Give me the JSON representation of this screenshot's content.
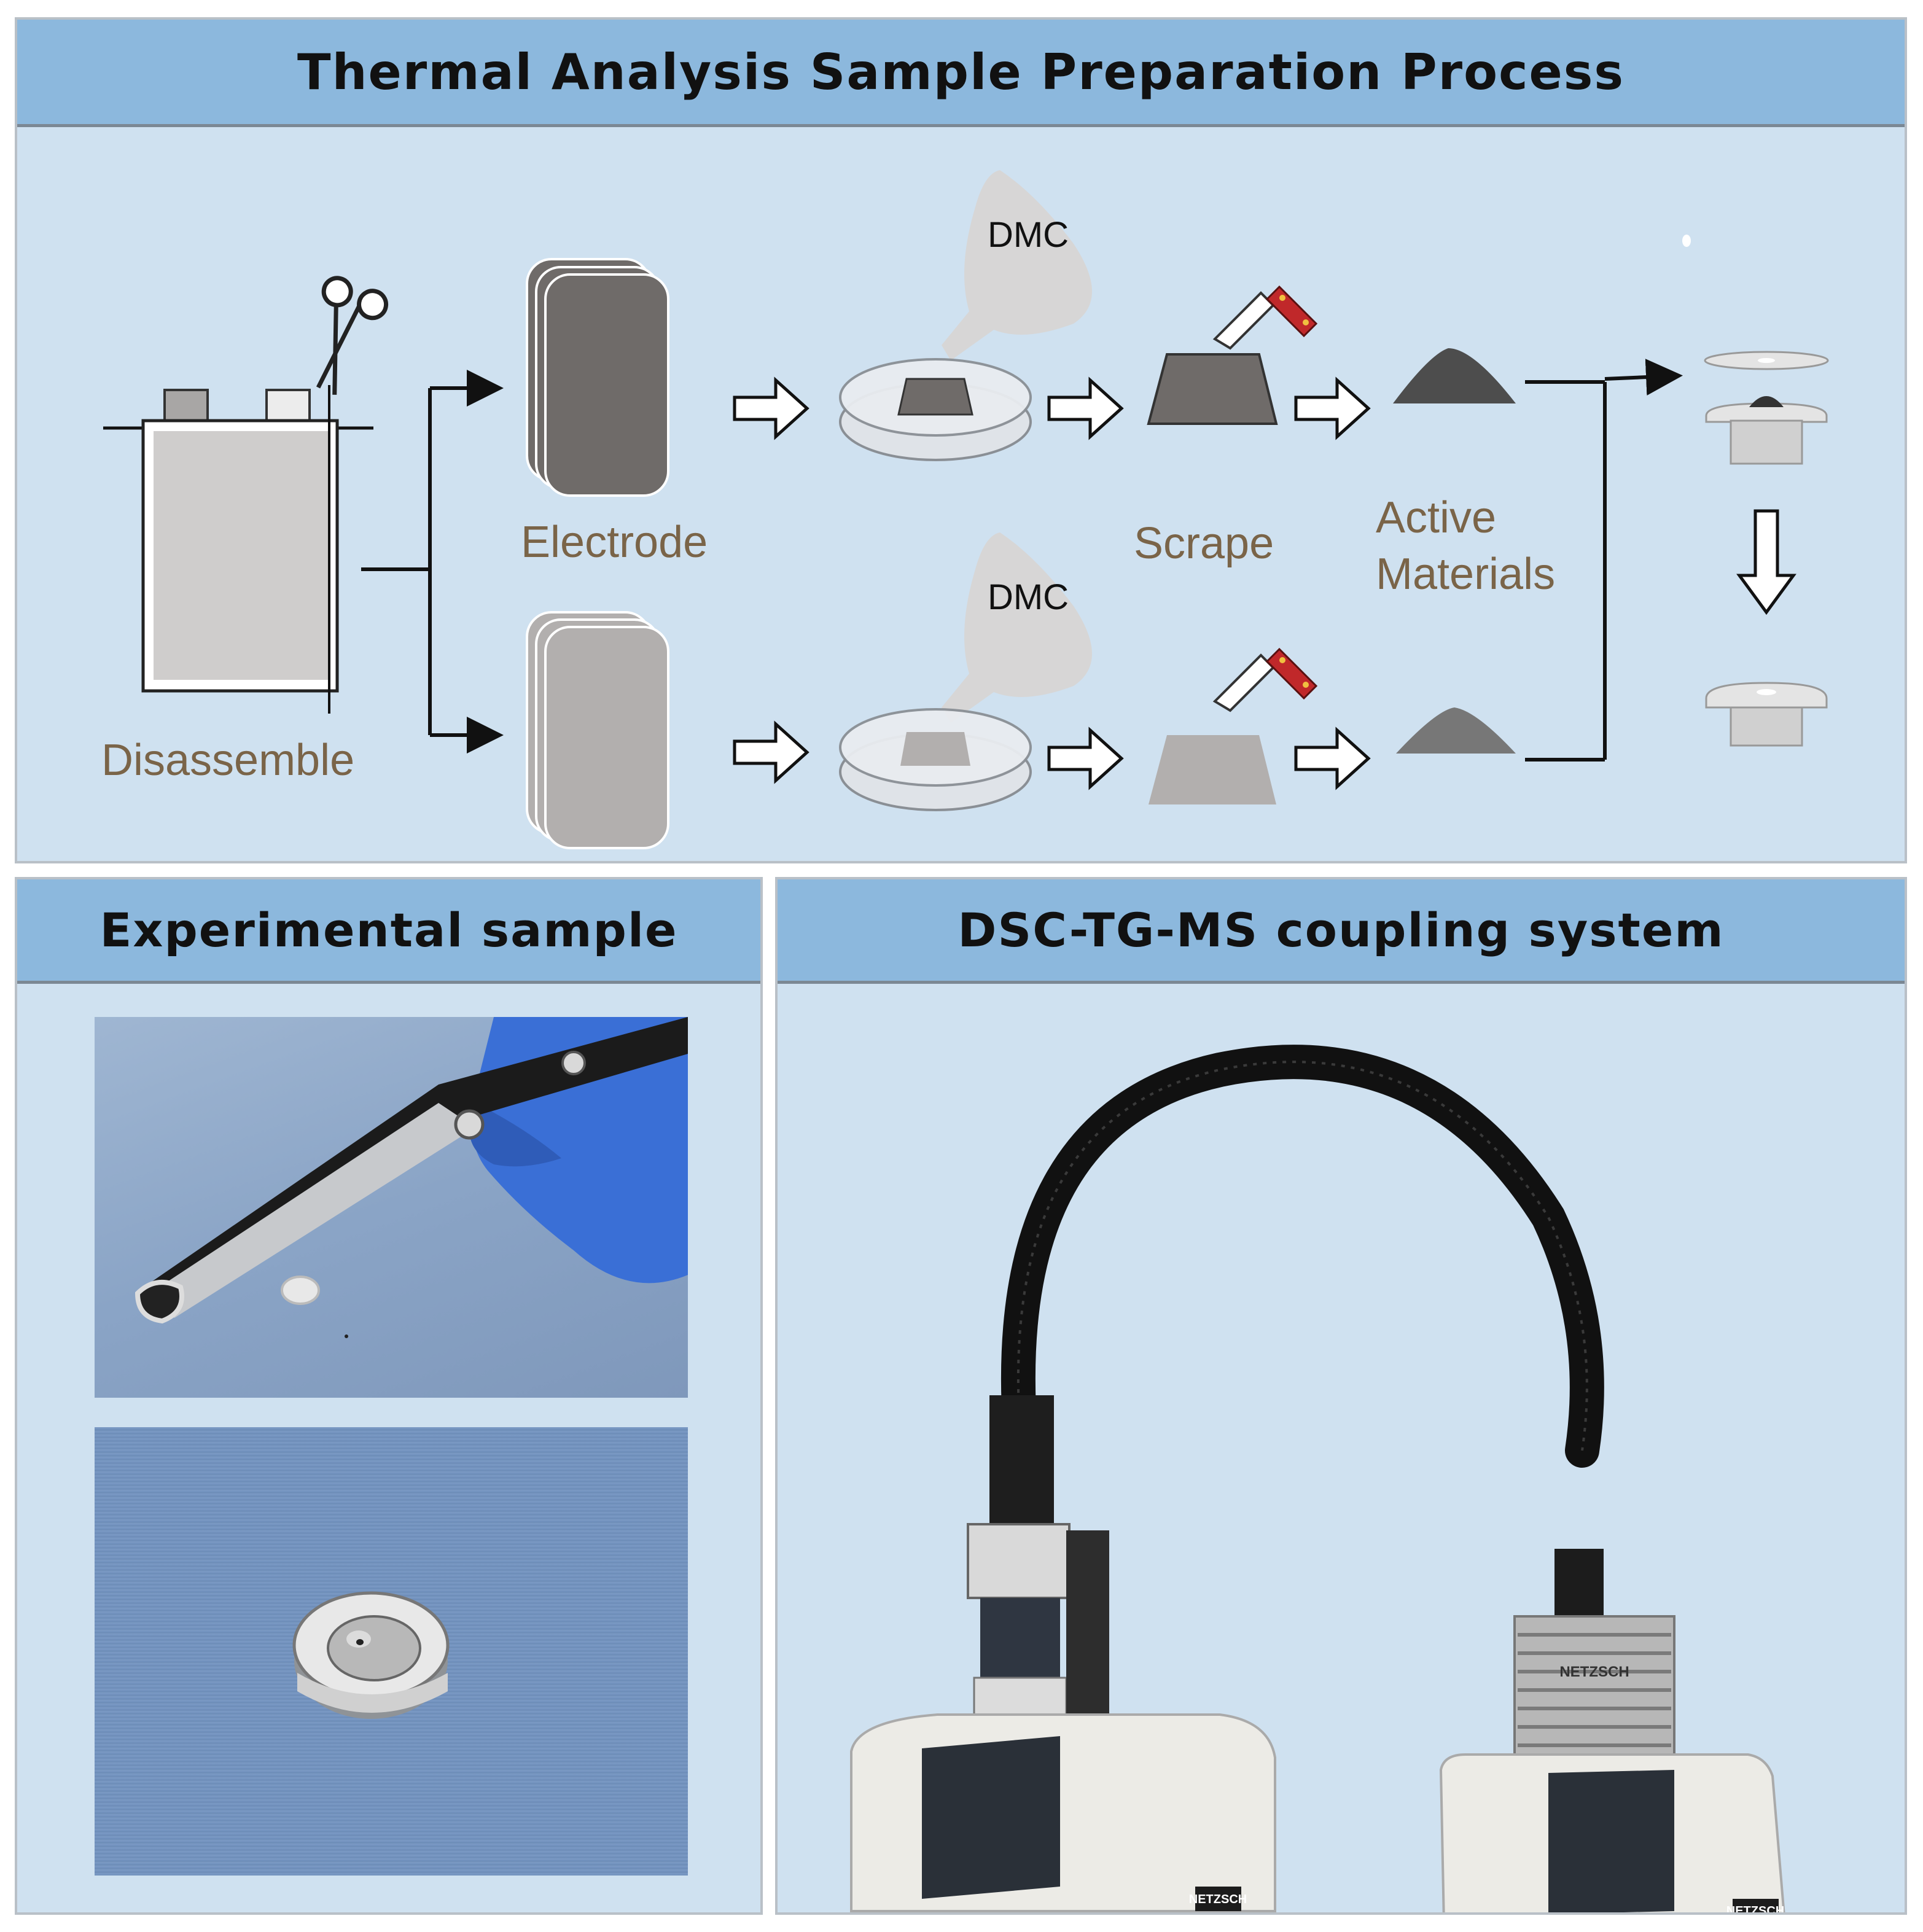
{
  "top_panel": {
    "title": "Thermal Analysis Sample Preparation Process",
    "labels": {
      "disassemble": "Disassemble",
      "electrode": "Electrode",
      "scrape": "Scrape",
      "active_line1": "Active",
      "active_line2": "Materials",
      "dmc_top": "DMC",
      "dmc_bottom": "DMC"
    }
  },
  "bottom_left_panel": {
    "title": "Experimental sample"
  },
  "bottom_right_panel": {
    "title": "DSC-TG-MS coupling system",
    "instrument_brand": "NETZSCH"
  },
  "colors": {
    "panel_bg": "#cfe1f0",
    "header_bg": "#8cb8dd",
    "label_brown": "#7a6448",
    "dark_electrode": "#6f6b69",
    "light_electrode": "#b2afae"
  }
}
